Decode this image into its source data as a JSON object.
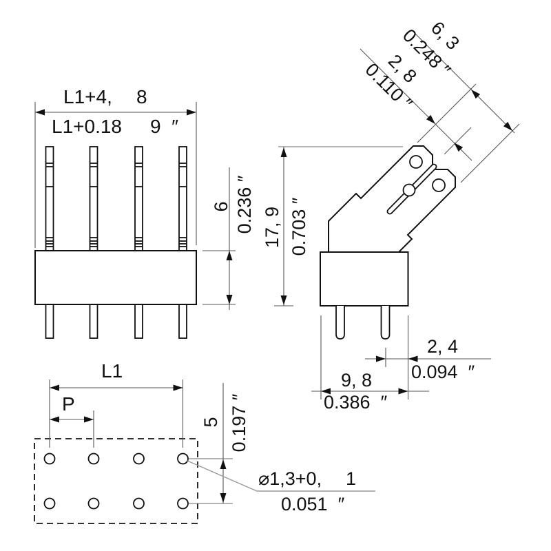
{
  "drawing": {
    "front": {
      "top_mm_a": "L1+4,",
      "top_mm_b": "8",
      "top_in_a": "L1+0.18",
      "top_in_b": "9  ″",
      "height_mm": "6",
      "height_in": "0.236 ″"
    },
    "side": {
      "total_mm": "17, 9",
      "total_in": "0.703 ″",
      "tab_mm": "6, 3",
      "tab_in": "0.248 ″",
      "offset_mm": "2, 8",
      "offset_in": "0.110 ″",
      "pin_mm": "2, 4",
      "pin_in": "0.094  ″",
      "width_mm": "9, 8",
      "width_in": "0.386  ″"
    },
    "footprint": {
      "length_label": "L1",
      "pitch_label": "P",
      "rows_mm": "5",
      "rows_in": "0.197 ″",
      "hole_mm_a": "⌀1,3+0,",
      "hole_mm_b": "1",
      "hole_in": "0.051  ″"
    }
  }
}
